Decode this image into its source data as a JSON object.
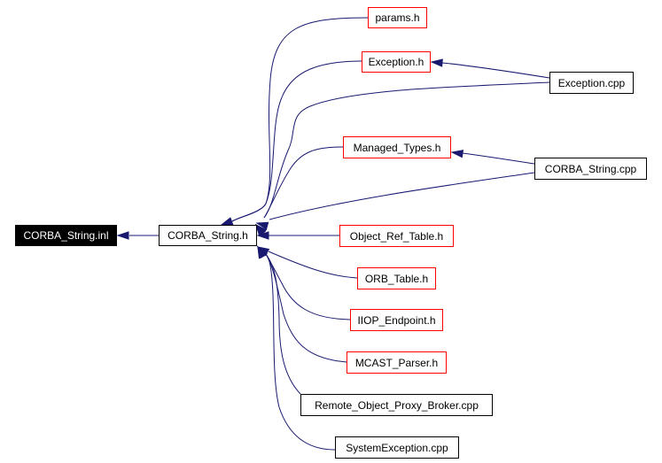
{
  "diagram": {
    "type": "include-dependency-graph",
    "edge_color": "#191970",
    "node_colors": {
      "focus_fill": "#000000",
      "focus_text": "#ffffff",
      "documented_border": "#000000",
      "undocumented_border": "#ff0000"
    },
    "nodes": [
      {
        "id": "corba_string_inl",
        "label": "CORBA_String.inl",
        "style": "focus"
      },
      {
        "id": "corba_string_h",
        "label": "CORBA_String.h",
        "style": "black"
      },
      {
        "id": "params_h",
        "label": "params.h",
        "style": "red"
      },
      {
        "id": "exception_h",
        "label": "Exception.h",
        "style": "red"
      },
      {
        "id": "exception_cpp",
        "label": "Exception.cpp",
        "style": "black"
      },
      {
        "id": "managed_types_h",
        "label": "Managed_Types.h",
        "style": "red"
      },
      {
        "id": "corba_string_cpp",
        "label": "CORBA_String.cpp",
        "style": "black"
      },
      {
        "id": "object_ref_table_h",
        "label": "Object_Ref_Table.h",
        "style": "red"
      },
      {
        "id": "orb_table_h",
        "label": "ORB_Table.h",
        "style": "red"
      },
      {
        "id": "iiop_endpoint_h",
        "label": "IIOP_Endpoint.h",
        "style": "red"
      },
      {
        "id": "mcast_parser_h",
        "label": "MCAST_Parser.h",
        "style": "red"
      },
      {
        "id": "remote_object_proxy_broker_cpp",
        "label": "Remote_Object_Proxy_Broker.cpp",
        "style": "black"
      },
      {
        "id": "systemexception_cpp",
        "label": "SystemException.cpp",
        "style": "black"
      }
    ],
    "edges": [
      {
        "from": "corba_string_h",
        "to": "corba_string_inl"
      },
      {
        "from": "params_h",
        "to": "corba_string_h"
      },
      {
        "from": "exception_h",
        "to": "corba_string_h"
      },
      {
        "from": "exception_cpp",
        "to": "exception_h"
      },
      {
        "from": "exception_cpp",
        "to": "corba_string_h"
      },
      {
        "from": "managed_types_h",
        "to": "corba_string_h"
      },
      {
        "from": "corba_string_cpp",
        "to": "managed_types_h"
      },
      {
        "from": "corba_string_cpp",
        "to": "corba_string_h"
      },
      {
        "from": "object_ref_table_h",
        "to": "corba_string_h"
      },
      {
        "from": "orb_table_h",
        "to": "corba_string_h"
      },
      {
        "from": "iiop_endpoint_h",
        "to": "corba_string_h"
      },
      {
        "from": "mcast_parser_h",
        "to": "corba_string_h"
      },
      {
        "from": "remote_object_proxy_broker_cpp",
        "to": "corba_string_h"
      },
      {
        "from": "systemexception_cpp",
        "to": "corba_string_h"
      }
    ]
  }
}
